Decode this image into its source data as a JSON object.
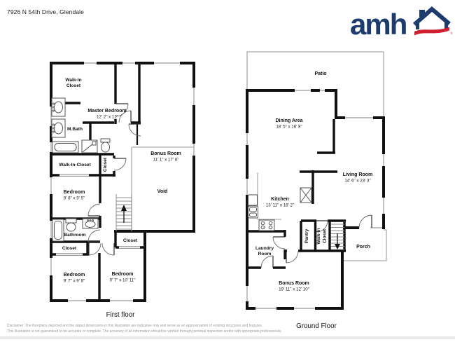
{
  "header": {
    "address": "7926 N 54th Drive, Glendale",
    "logo_text": "amh",
    "logo_reg": "®"
  },
  "first": {
    "title": "First floor",
    "wic_top_l1": "Walk-In",
    "wic_top_l2": "Closet",
    "master_name": "Master Bedroom",
    "master_dims": "12' 2\" x 12'",
    "bonus_name": "Bonus Room",
    "bonus_dims": "11' 1\" x 17' 8\"",
    "mbath_name": "M.Bath",
    "wic2_name": "Walk-In-Closet",
    "closet_upper": "Closet",
    "bed1_name": "Bedroom",
    "bed1_dims": "9' 8\" x 9' 5\"",
    "void_name": "Void",
    "bathroom_name": "Bathroom",
    "closet_left": "Closet",
    "closet_mid": "Closet",
    "bed2_name": "Bedroom",
    "bed2_dims": "9' 7\" x 9' 8\"",
    "bed3_name": "Bedroom",
    "bed3_dims": "9' 7\" x 10' 11\""
  },
  "ground": {
    "title": "Ground Floor",
    "patio_name": "Patio",
    "dining_name": "Dining Area",
    "dining_dims": "18' 5\" x 16' 8\"",
    "living_name": "Living Room",
    "living_dims": "14' 6\" x 23' 3\"",
    "kitchen_name": "Kitchen",
    "kitchen_dims": "13' 11\" x 16' 2\"",
    "pantry_name": "Pantry",
    "wic_l1": "Walk-In",
    "wic_l2": "Closet",
    "laundry_l1": "Laundry",
    "laundry_l2": "Room",
    "porch_name": "Porch",
    "bonus_name": "Bonus Room",
    "bonus_dims": "19' 11\" x 12' 10\""
  },
  "footer": {
    "line1": "Disclaimer: The floorplans depicted and the stated dimensions in this illustration are indicative only and serve as an approximation of existing structures and features.",
    "line2": "This illustration is not guaranteed to be accurate or complete. The accuracy of all information should be verified through personal inspection and/or with appropriate professionals."
  },
  "colors": {
    "logo_navy": "#1d3c6d",
    "logo_red": "#cf2030",
    "wall": "#111111"
  }
}
